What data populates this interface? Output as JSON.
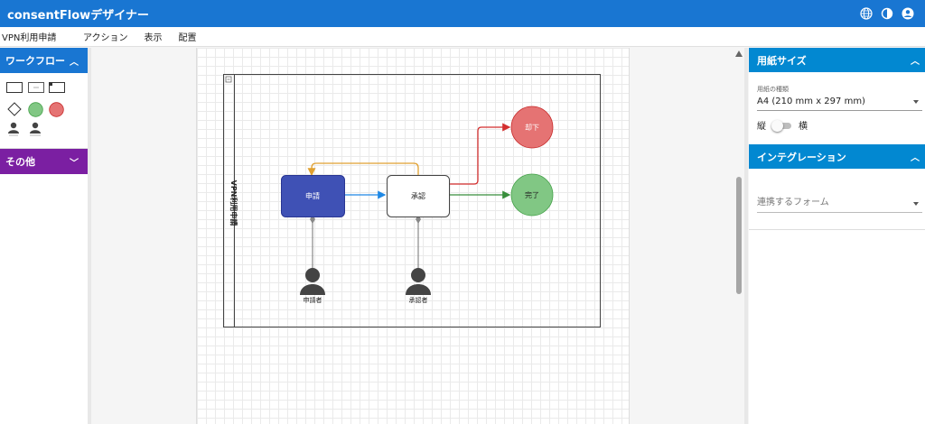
{
  "app": {
    "title": "consentFlowデザイナー"
  },
  "header_icons": [
    "globe-icon",
    "contrast-icon",
    "account-icon"
  ],
  "menubar": {
    "document_name": "VPN利用申請",
    "items": [
      "アクション",
      "表示",
      "配置"
    ]
  },
  "left_panel": {
    "workflow_label": "ワークフロー",
    "other_label": "その他",
    "palette_items": [
      "task",
      "subprocess",
      "call-activity",
      "gateway",
      "end-ok",
      "end-ng",
      "applicant",
      "approver"
    ]
  },
  "diagram": {
    "pool_label": "VPN利用申請",
    "nodes": {
      "apply": "申請",
      "approve": "承認",
      "reject": "却下",
      "complete": "完了"
    },
    "actors": {
      "applicant": "申請者",
      "approver": "承認者"
    }
  },
  "right_panel": {
    "paper_section": "用紙サイズ",
    "paper_type_label": "用紙の種類",
    "paper_type_value": "A4 (210 mm x 297 mm)",
    "portrait": "縦",
    "landscape": "横",
    "integration_section": "インテグレーション",
    "linked_form_placeholder": "連携するフォーム"
  },
  "colors": {
    "primary": "#1976d2",
    "other": "#7b1fa2",
    "right_header": "#0288d1",
    "apply_node": "#3f51b5",
    "reject_node": "#e57373",
    "complete_node": "#81c784",
    "arrow_blue": "#1e88e5",
    "arrow_orange": "#e0a030",
    "arrow_red": "#d32f2f",
    "arrow_green": "#388e3c"
  }
}
